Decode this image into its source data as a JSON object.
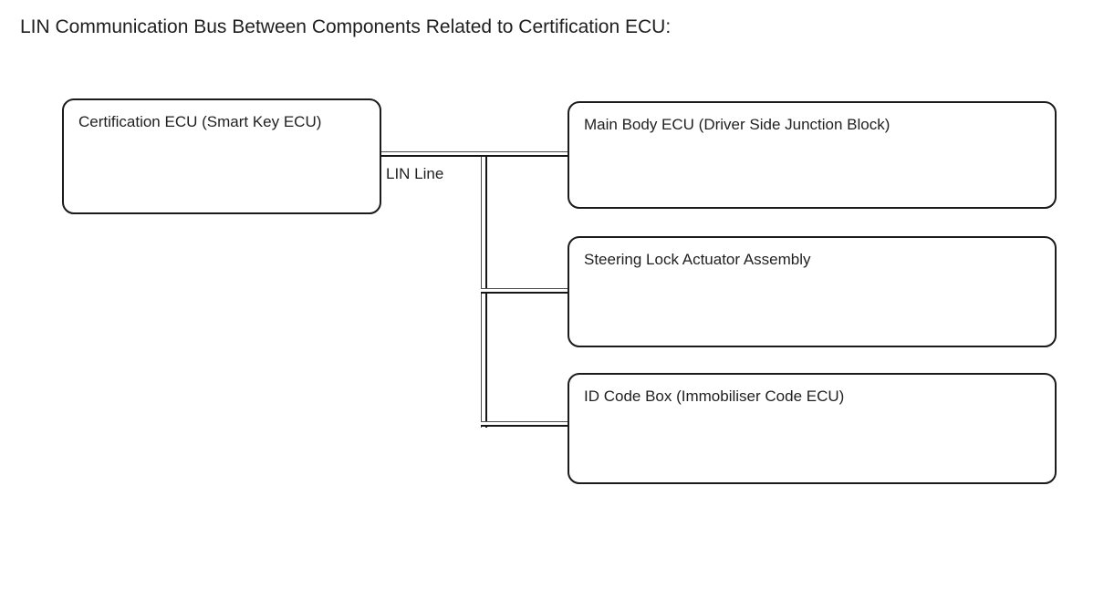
{
  "diagram": {
    "title": "LIN Communication Bus Between Components Related to Certification ECU:",
    "bus_label": "LIN Line",
    "nodes": [
      {
        "id": "certification-ecu",
        "label": "Certification ECU (Smart Key ECU)"
      },
      {
        "id": "main-body-ecu",
        "label": "Main Body ECU (Driver Side Junction Block)"
      },
      {
        "id": "steering-lock-actuator",
        "label": "Steering Lock Actuator Assembly"
      },
      {
        "id": "id-code-box",
        "label": "ID Code Box (Immobiliser Code ECU)"
      }
    ],
    "connections": [
      {
        "from": "certification-ecu",
        "to": "main-body-ecu",
        "label": "LIN Line"
      },
      {
        "from": "certification-ecu",
        "to": "steering-lock-actuator",
        "label": "LIN Line"
      },
      {
        "from": "certification-ecu",
        "to": "id-code-box",
        "label": "LIN Line"
      }
    ],
    "colors": {
      "background": "#ffffff",
      "node_border": "#1b1b1b",
      "node_fill": "#ffffff",
      "text": "#1f1f1f",
      "line": "#151515"
    }
  }
}
